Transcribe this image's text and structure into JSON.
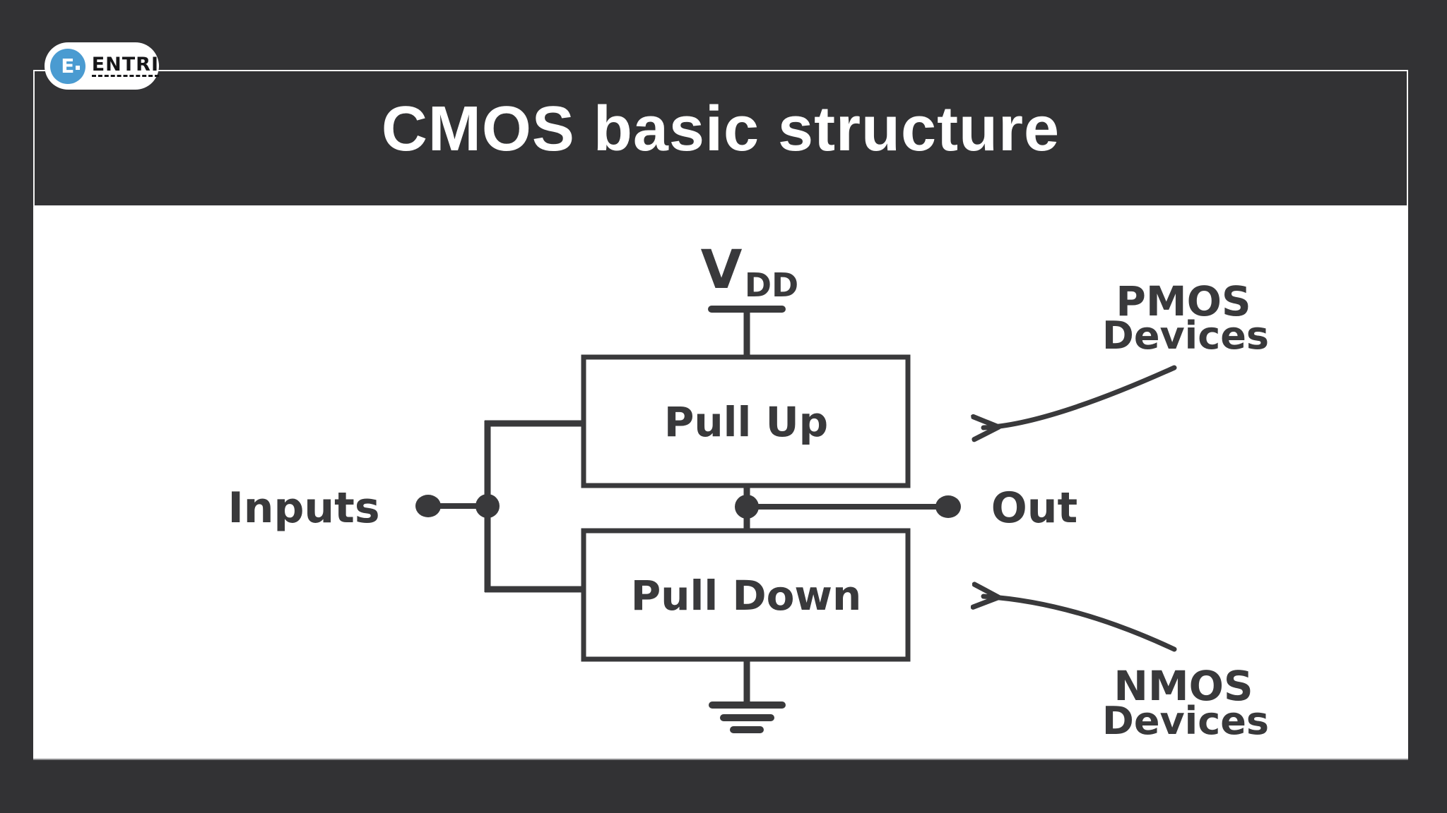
{
  "slide": {
    "title": "CMOS basic structure"
  },
  "logo": {
    "brand": "ENTRI",
    "mark": "E"
  },
  "diagram": {
    "vdd_main": "V",
    "vdd_sub": "DD",
    "pull_up_label": "Pull Up",
    "pull_down_label": "Pull Down",
    "inputs_label": "Inputs",
    "out_label": "Out",
    "pmos_label_line1": "PMOS",
    "pmos_label_line2": "Devices",
    "nmos_label_line1": "NMOS",
    "nmos_label_line2": "Devices"
  },
  "colors": {
    "background": "#323234",
    "panel": "#ffffff",
    "ink": "#39393b",
    "title_text": "#ffffff",
    "logo_blue": "#4a9bd1"
  }
}
